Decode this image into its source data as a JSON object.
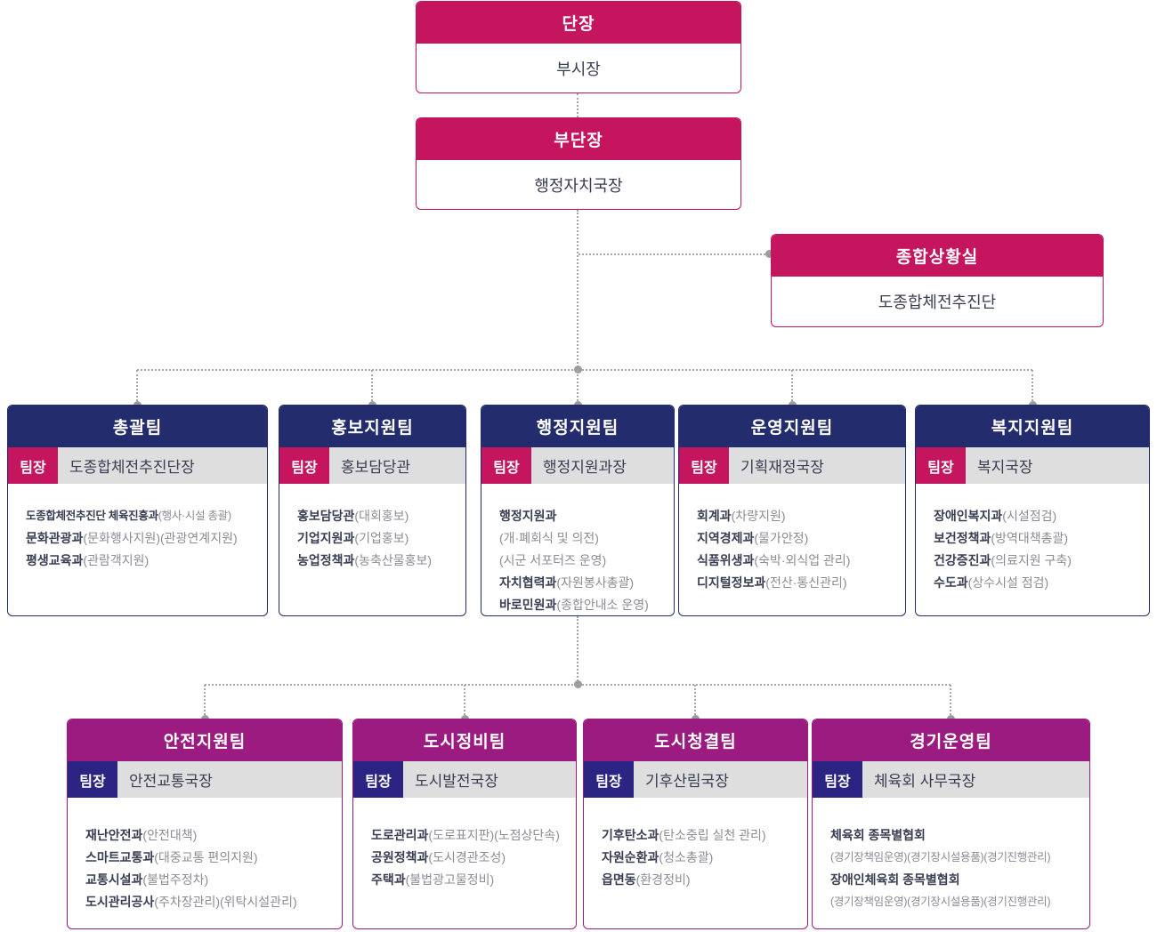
{
  "palette": {
    "pink": "#c4155e",
    "navy": "#232d6d",
    "purple": "#9c1b80",
    "indigo": "#2b2482",
    "gray_bg": "#dedede",
    "text_dark": "#383d52",
    "text_gray": "#8c8c94",
    "line_gray": "#a8a8a8"
  },
  "leader_label": "팀장",
  "nodes": {
    "danjang": {
      "title": "단장",
      "body": "부시장"
    },
    "budanjang": {
      "title": "부단장",
      "body": "행정자치국장"
    },
    "situation_room": {
      "title": "종합상황실",
      "body": "도종합체전추진단"
    }
  },
  "middle_teams": [
    {
      "title": "총괄팀",
      "leader": "도종합체전추진단장",
      "items": [
        {
          "name": "도종합체전추진단 체육진흥과",
          "detail": "(행사·시설 총괄)"
        },
        {
          "name": "문화관광과",
          "detail": "(문화행사지원)(관광연계지원)"
        },
        {
          "name": "평생교육과",
          "detail": "(관람객지원)"
        }
      ]
    },
    {
      "title": "홍보지원팀",
      "leader": "홍보담당관",
      "items": [
        {
          "name": "홍보담당관",
          "detail": "(대회홍보)"
        },
        {
          "name": "기업지원과",
          "detail": "(기업홍보)"
        },
        {
          "name": "농업정책과",
          "detail": "(농축산물홍보)"
        }
      ]
    },
    {
      "title": "행정지원팀",
      "leader": "행정지원과장",
      "items": [
        {
          "name": "행정지원과",
          "detail": ""
        },
        {
          "name": "",
          "detail": "(개·폐회식 및 의전)"
        },
        {
          "name": "",
          "detail": "(시군 서포터즈 운영)"
        },
        {
          "name": "자치협력과",
          "detail": "(자원봉사총괄)"
        },
        {
          "name": "바로민원과",
          "detail": "(종합안내소 운영)"
        }
      ]
    },
    {
      "title": "운영지원팀",
      "leader": "기획재정국장",
      "items": [
        {
          "name": "회계과",
          "detail": "(차량지원)"
        },
        {
          "name": "지역경제과",
          "detail": "(물가안정)"
        },
        {
          "name": "식품위생과",
          "detail": "(숙박·외식업 관리)"
        },
        {
          "name": "디지털정보과",
          "detail": "(전산·통신관리)"
        }
      ]
    },
    {
      "title": "복지지원팀",
      "leader": "복지국장",
      "items": [
        {
          "name": "장애인복지과",
          "detail": "(시설점검)"
        },
        {
          "name": "보건정책과",
          "detail": "(방역대책총괄)"
        },
        {
          "name": "건강증진과",
          "detail": "(의료지원 구축)"
        },
        {
          "name": "수도과",
          "detail": "(상수시설 점검)"
        }
      ]
    }
  ],
  "bottom_teams": [
    {
      "title": "안전지원팀",
      "leader": "안전교통국장",
      "items": [
        {
          "name": "재난안전과",
          "detail": "(안전대책)"
        },
        {
          "name": "스마트교통과",
          "detail": "(대중교통 편의지원)"
        },
        {
          "name": "교통시설과",
          "detail": "(불법주정차)"
        },
        {
          "name": "도시관리공사",
          "detail": "(주차장관리)(위탁시설관리)"
        }
      ]
    },
    {
      "title": "도시정비팀",
      "leader": "도시발전국장",
      "items": [
        {
          "name": "도로관리과",
          "detail": "(도로표지판)(노점상단속)"
        },
        {
          "name": "공원정책과",
          "detail": "(도시경관조성)"
        },
        {
          "name": "주택과",
          "detail": "(불법광고물정비)"
        }
      ]
    },
    {
      "title": "도시청결팀",
      "leader": "기후산림국장",
      "items": [
        {
          "name": "기후탄소과",
          "detail": "(탄소중립 실천 관리)"
        },
        {
          "name": "자원순환과",
          "detail": "(청소총괄)"
        },
        {
          "name": "읍면동",
          "detail": "(환경정비)"
        }
      ]
    },
    {
      "title": "경기운영팀",
      "leader": "체육회 사무국장",
      "items": [
        {
          "name": "체육회 종목별협회",
          "detail": ""
        },
        {
          "name": "",
          "detail": "(경기장책임운영)(경기장시설용품)(경기진행관리)"
        },
        {
          "name": "장애인체육회 종목별협회",
          "detail": ""
        },
        {
          "name": "",
          "detail": "(경기장책임운영)(경기장시설용품)(경기진행관리)"
        }
      ]
    }
  ]
}
